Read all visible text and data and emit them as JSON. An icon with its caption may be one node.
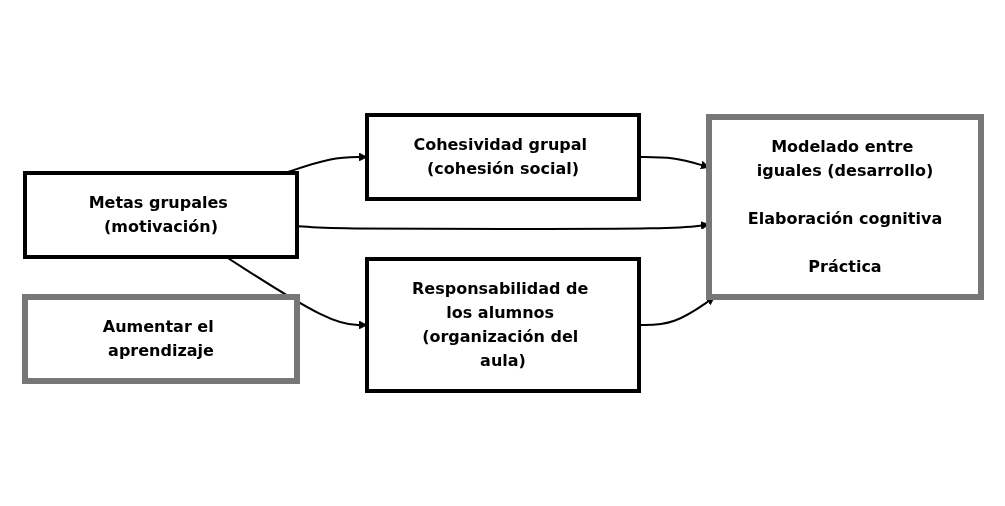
{
  "diagram": {
    "nodes": [
      {
        "text": [
          "Cohesividad grupal (cohesión social)"
        ]
      },
      {
        "text": [
          "Metas grupales (motivación)"
        ]
      },
      {
        "text": [
          "Responsabilidad de los alumnos (organización del aula)"
        ]
      },
      {
        "text": [
          "Modelado entre iguales (desarrollo)",
          "Elaboración cognitiva",
          "Práctica"
        ]
      },
      {
        "text": [
          "Aumentar el aprendizaje"
        ]
      }
    ],
    "edges": [
      {
        "from": 1,
        "to": 0,
        "arrow": "to"
      },
      {
        "from": 1,
        "to": 2,
        "arrow": "to"
      },
      {
        "from": 0,
        "to": 3,
        "arrow": "to"
      },
      {
        "from": 1,
        "to": 3,
        "arrow": "to"
      },
      {
        "from": 2,
        "to": 3,
        "arrow": "to"
      }
    ]
  }
}
